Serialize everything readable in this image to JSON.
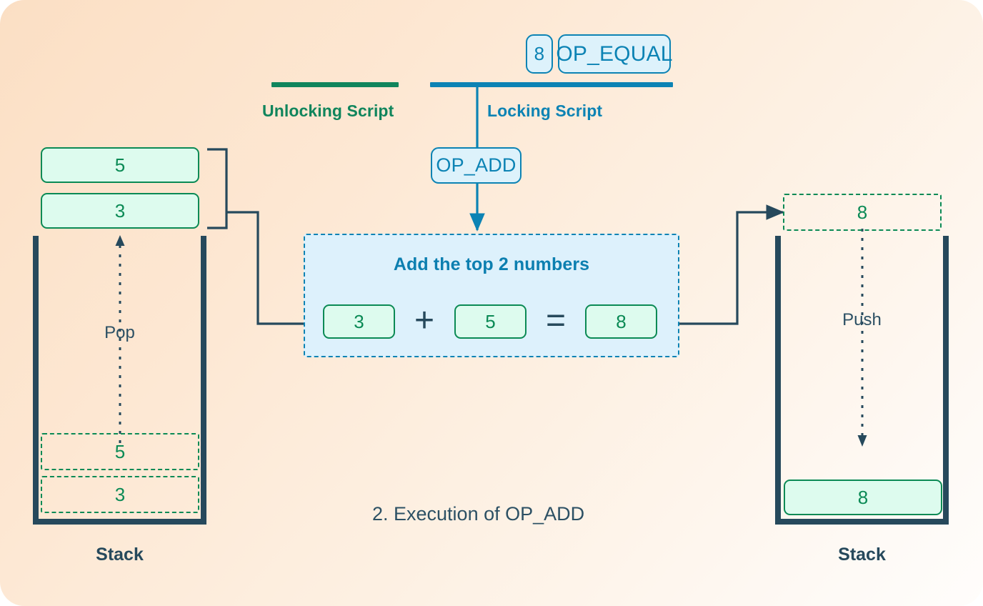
{
  "caption": "2. Execution of OP_ADD",
  "colors": {
    "green": "#0b8a55",
    "green_dark": "#10855c",
    "blue": "#0c83b4",
    "slate": "#26495c",
    "mint_fill": "#ddfbee",
    "blue_fill": "#ddf2fb",
    "panel_fill": "#ddf1fc",
    "bg_start": "#fbdfc4",
    "bg_end": "#fffdfb"
  },
  "scripts": {
    "unlocking": {
      "label": "Unlocking Script"
    },
    "locking": {
      "label": "Locking Script",
      "remaining_ops": [
        {
          "text": "8",
          "kind": "data"
        },
        {
          "text": "OP_EQUAL",
          "kind": "opcode"
        }
      ],
      "executing_op": {
        "text": "OP_ADD",
        "kind": "opcode"
      }
    }
  },
  "left_stack": {
    "caption": "Stack",
    "popped_items": [
      {
        "value": "5"
      },
      {
        "value": "3"
      }
    ],
    "flow_label": "Pop",
    "ghost_items": [
      {
        "value": "5"
      },
      {
        "value": "3"
      }
    ]
  },
  "operation": {
    "title": "Add the top 2 numbers",
    "operands": [
      {
        "value": "3"
      },
      {
        "value": "5"
      }
    ],
    "plus_sign": "+",
    "equals_sign": "=",
    "result": {
      "value": "8"
    }
  },
  "right_stack": {
    "caption": "Stack",
    "incoming_item": {
      "value": "8"
    },
    "flow_label": "Push",
    "stack_items": [
      {
        "value": "8"
      }
    ]
  }
}
